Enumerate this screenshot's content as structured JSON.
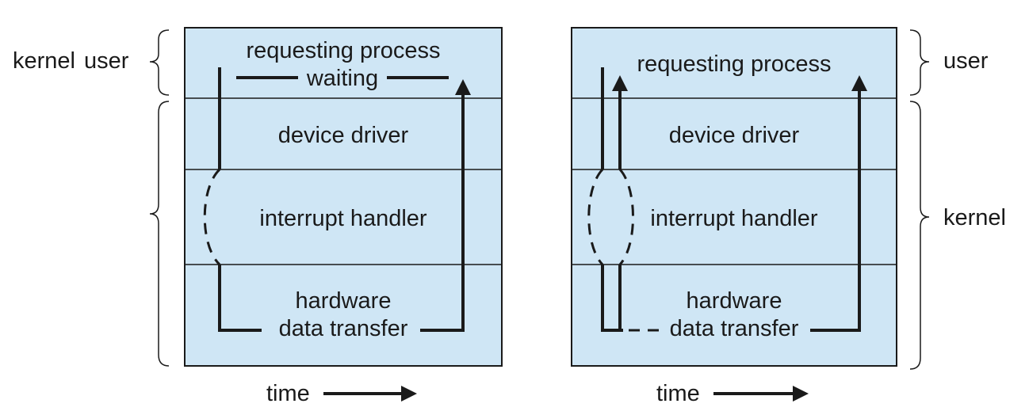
{
  "left_panel": {
    "rows": {
      "requesting_process": "requesting process",
      "waiting": "waiting",
      "device_driver": "device driver",
      "interrupt_handler": "interrupt handler",
      "hardware": "hardware",
      "data_transfer": "data transfer"
    },
    "side_labels": {
      "kernel": "kernel",
      "user": "user"
    },
    "time_label": "time"
  },
  "right_panel": {
    "rows": {
      "requesting_process": "requesting process",
      "device_driver": "device driver",
      "interrupt_handler": "interrupt handler",
      "hardware": "hardware",
      "data_transfer": "data transfer"
    },
    "side_labels": {
      "user": "user",
      "kernel": "kernel"
    },
    "time_label": "time"
  },
  "colors": {
    "panel_fill": "#cfe6f5",
    "line": "#1a1a1a"
  }
}
